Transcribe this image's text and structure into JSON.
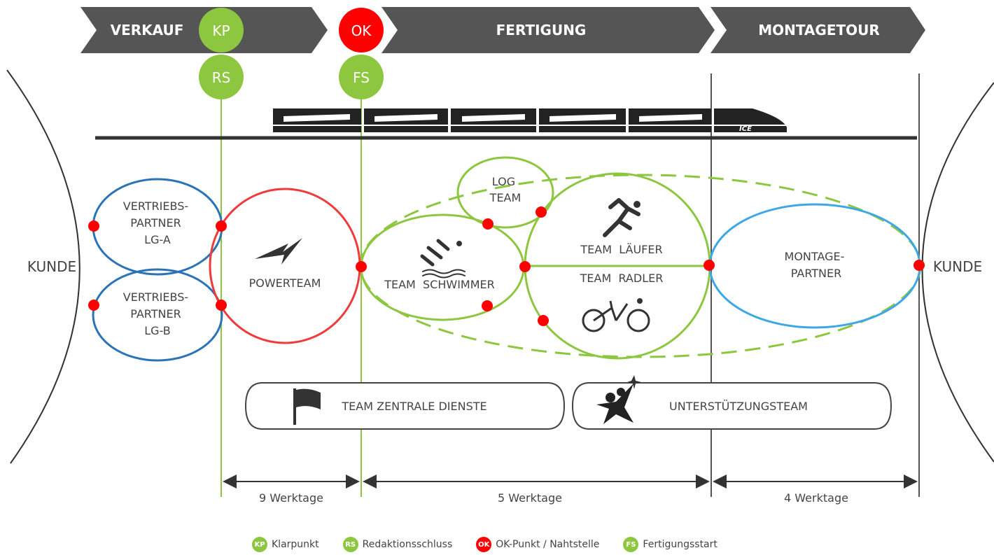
{
  "colors": {
    "arrow_gray": "#555555",
    "green": "#8dc63f",
    "red": "#ff0000",
    "blue": "#2b73b7",
    "light_blue": "#3ea8e6",
    "pale_green": "#8dc63f",
    "dark": "#333333"
  },
  "phases": {
    "verkauf": "VERKAUF",
    "fertigung": "FERTIGUNG",
    "montagetour": "MONTAGETOUR"
  },
  "milestones": {
    "kp": "KP",
    "rs": "RS",
    "ok": "OK",
    "fs": "FS"
  },
  "train_label": "ICE",
  "kunde_left": "KUNDE",
  "kunde_right": "KUNDE",
  "teams": {
    "vertrieb_a": [
      "VERTRIEBS-",
      "PARTNER",
      "LG-A"
    ],
    "vertrieb_b": [
      "VERTRIEBS-",
      "PARTNER",
      "LG-B"
    ],
    "powerteam": "POWERTEAM",
    "log_team": [
      "LOG",
      "TEAM"
    ],
    "schwimmer": "TEAM  SCHWIMMER",
    "laeufer": "TEAM  LÄUFER",
    "radler": "TEAM  RADLER",
    "montage": [
      "MONTAGE-",
      "PARTNER"
    ]
  },
  "services": {
    "zentrale": "TEAM ZENTRALE DIENSTE",
    "unterstuetzung": "UNTERSTÜTZUNGSTEAM"
  },
  "durations": {
    "d1": "9 Werktage",
    "d2": "5 Werktage",
    "d3": "4 Werktage"
  },
  "legend": [
    {
      "badge": "KP",
      "label": "Klarpunkt",
      "color": "#8dc63f"
    },
    {
      "badge": "RS",
      "label": "Redaktionsschluss",
      "color": "#8dc63f"
    },
    {
      "badge": "OK",
      "label": "OK-Punkt / Nahtstelle",
      "color": "#ff0000"
    },
    {
      "badge": "FS",
      "label": "Fertigungsstart",
      "color": "#8dc63f"
    }
  ]
}
